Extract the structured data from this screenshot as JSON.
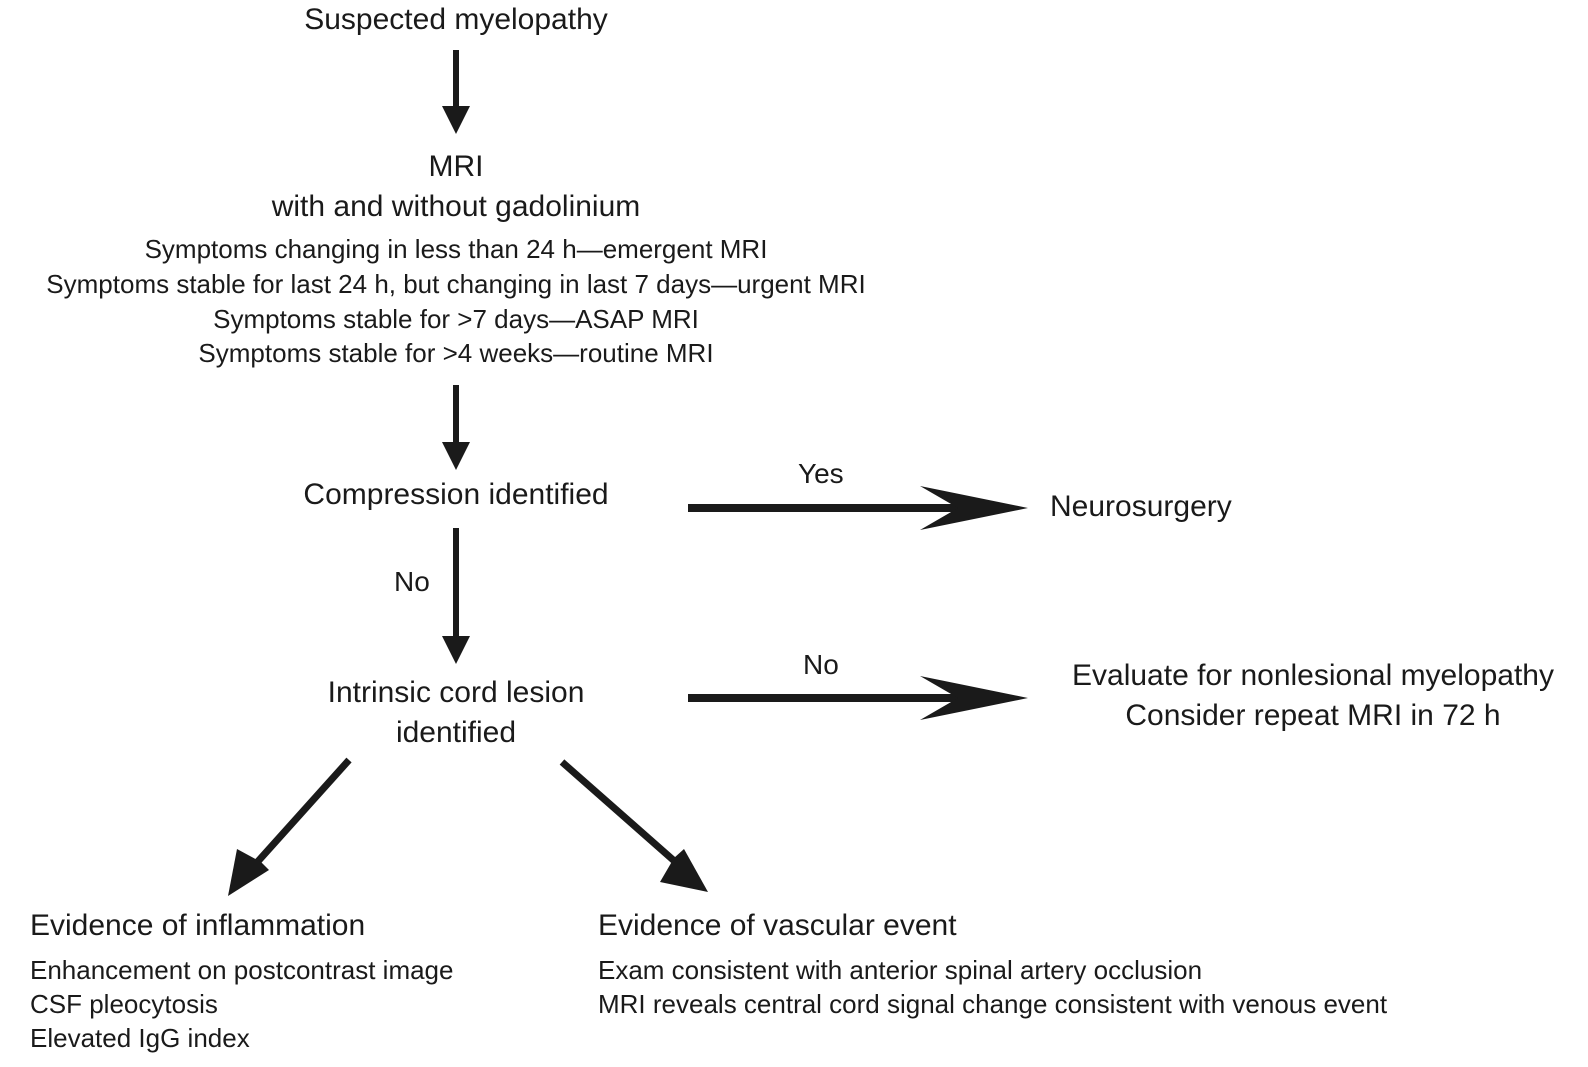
{
  "nodes": {
    "start": "Suspected myelopathy",
    "mri_title": "MRI",
    "mri_subtitle": "with and without gadolinium",
    "mri_rules": [
      "Symptoms changing in less than 24 h—emergent MRI",
      "Symptoms stable for last 24 h, but changing in last 7 days—urgent MRI",
      "Symptoms stable for >7 days—ASAP MRI",
      "Symptoms stable for >4 weeks—routine MRI"
    ],
    "compression": "Compression identified",
    "neurosurgery": "Neurosurgery",
    "intrinsic_line1": "Intrinsic cord lesion",
    "intrinsic_line2": "identified",
    "nonlesional_line1": "Evaluate for nonlesional myelopathy",
    "nonlesional_line2": "Consider repeat MRI in 72 h",
    "inflammation": {
      "title": "Evidence of inflammation",
      "items": [
        "Enhancement on postcontrast image",
        "CSF pleocytosis",
        "Elevated IgG index"
      ]
    },
    "vascular": {
      "title": "Evidence of vascular event",
      "items": [
        "Exam consistent with anterior spinal artery occlusion",
        "MRI reveals central cord signal change consistent with venous event"
      ]
    }
  },
  "edge_labels": {
    "compression_yes": "Yes",
    "compression_no": "No",
    "intrinsic_no": "No"
  },
  "colors": {
    "ink": "#1a1a1a",
    "background": "#ffffff"
  }
}
